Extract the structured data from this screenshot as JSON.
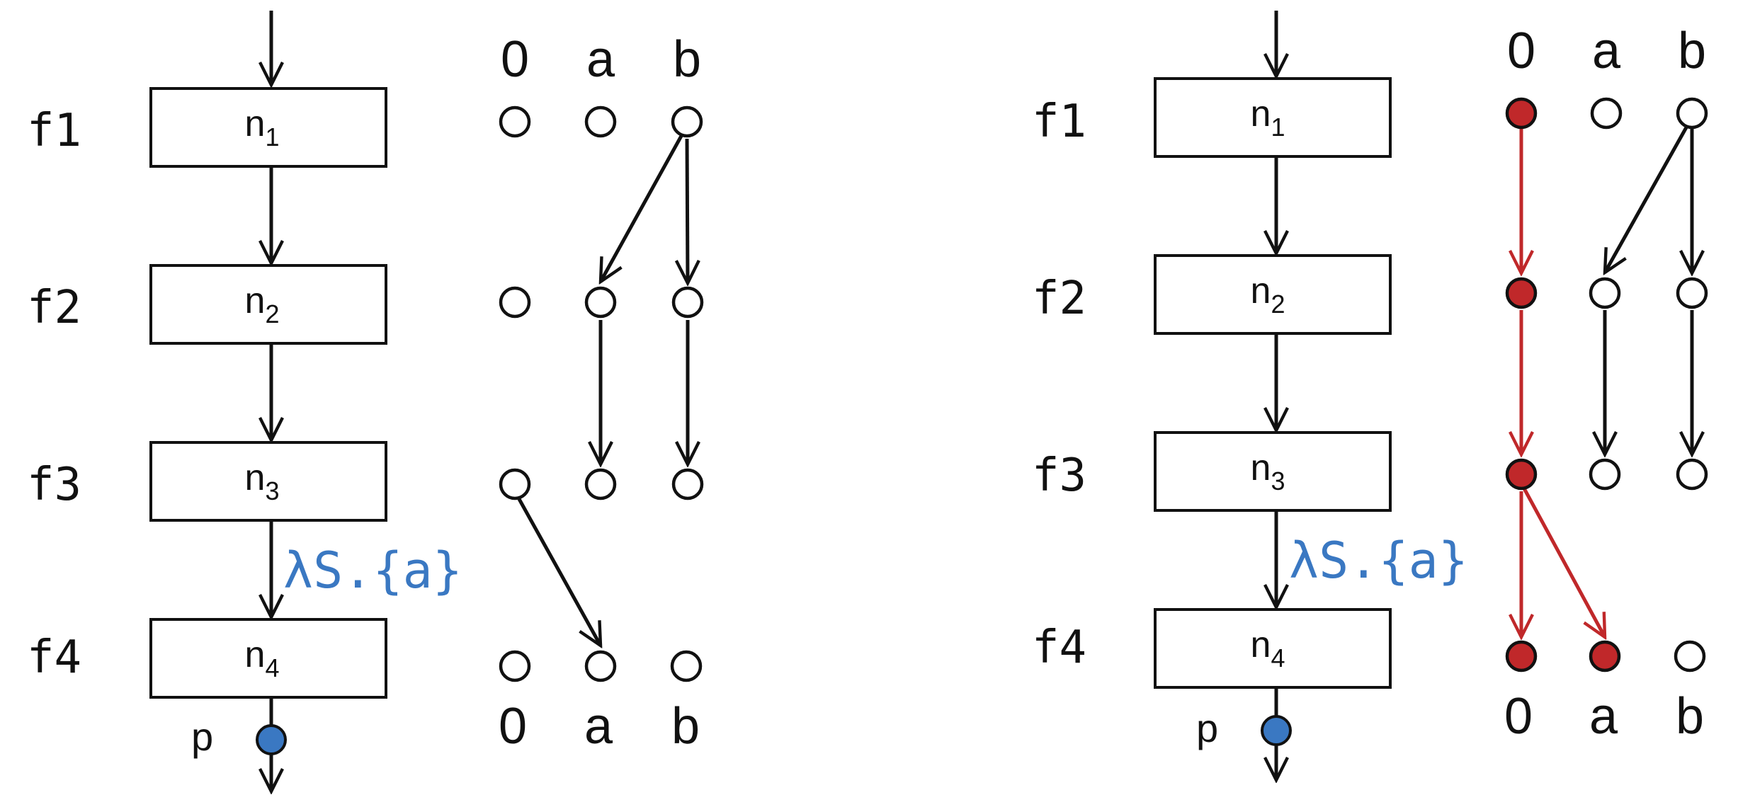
{
  "colors": {
    "stroke": "#111111",
    "highlight": "#c0282a",
    "blue_text": "#3a78c2",
    "blue_dot": "#3a78c2"
  },
  "left": {
    "functions": [
      "f1",
      "f2",
      "f3",
      "f4"
    ],
    "nodes": [
      {
        "base": "n",
        "sub": "1"
      },
      {
        "base": "n",
        "sub": "2"
      },
      {
        "base": "n",
        "sub": "3"
      },
      {
        "base": "n",
        "sub": "4"
      }
    ],
    "columns_top": [
      "0",
      "a",
      "b"
    ],
    "columns_bottom": [
      "0",
      "a",
      "b"
    ],
    "edge_label": "λS.{a}",
    "point_label": "p"
  },
  "right": {
    "functions": [
      "f1",
      "f2",
      "f3",
      "f4"
    ],
    "nodes": [
      {
        "base": "n",
        "sub": "1"
      },
      {
        "base": "n",
        "sub": "2"
      },
      {
        "base": "n",
        "sub": "3"
      },
      {
        "base": "n",
        "sub": "4"
      }
    ],
    "columns_top": [
      "0",
      "a",
      "b"
    ],
    "columns_bottom": [
      "0",
      "a",
      "b"
    ],
    "edge_label": "λS.{a}",
    "point_label": "p"
  }
}
